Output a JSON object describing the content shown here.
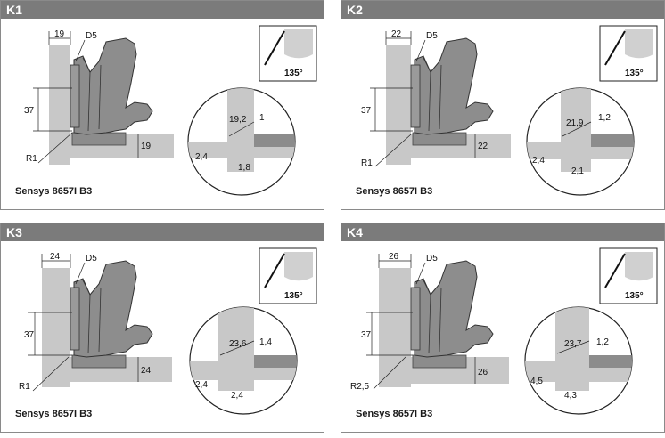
{
  "angle_label": "135°",
  "panels": [
    {
      "id": "K1",
      "caption": "Sensys 8657I B3",
      "top_dim": "19",
      "d5": "D5",
      "height": "37",
      "side": "19",
      "radius": "R1",
      "detail_gap": "19,2",
      "detail_small": "1",
      "detail_left": "2,4",
      "detail_bottom": "1,8"
    },
    {
      "id": "K2",
      "caption": "Sensys 8657I B3",
      "top_dim": "22",
      "d5": "D5",
      "height": "37",
      "side": "22",
      "radius": "R1",
      "detail_gap": "21,9",
      "detail_small": "1,2",
      "detail_left": "2,4",
      "detail_bottom": "2,1"
    },
    {
      "id": "K3",
      "caption": "Sensys 8657I B3",
      "top_dim": "24",
      "d5": "D5",
      "height": "37",
      "side": "24",
      "radius": "R1",
      "detail_gap": "23,6",
      "detail_small": "1,4",
      "detail_left": "2,4",
      "detail_bottom": "2,4"
    },
    {
      "id": "K4",
      "caption": "Sensys 8657I B3",
      "top_dim": "26",
      "d5": "D5",
      "height": "37",
      "side": "26",
      "radius": "R2,5",
      "detail_gap": "23,7",
      "detail_small": "1,2",
      "detail_left": "4,5",
      "detail_bottom": "4,3"
    }
  ]
}
